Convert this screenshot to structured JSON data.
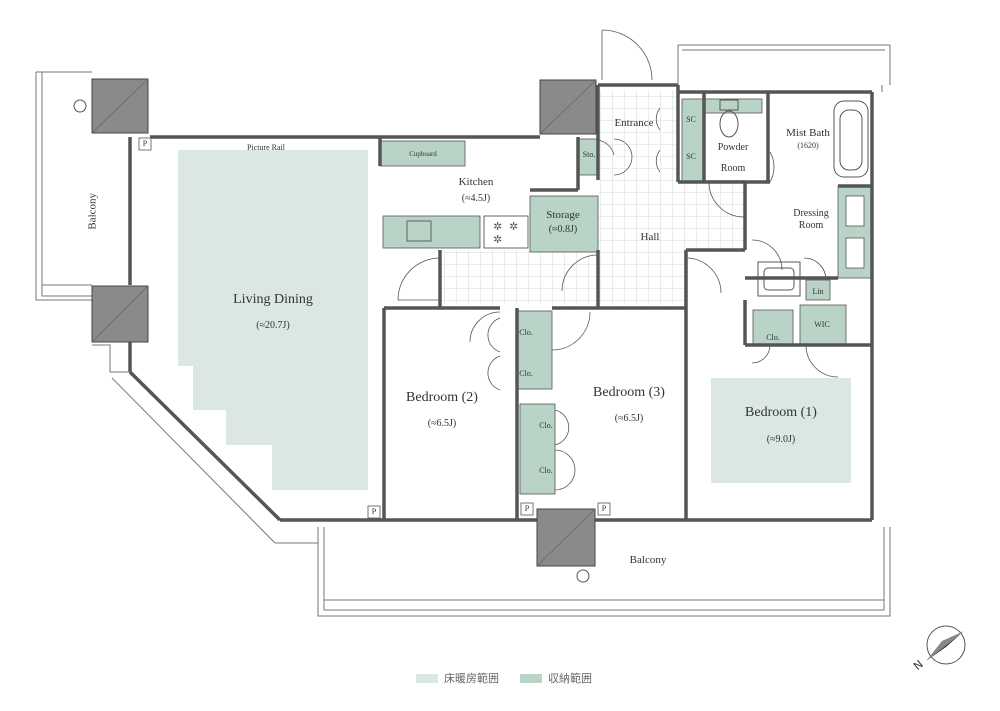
{
  "rooms": {
    "living": {
      "name": "Living Dining",
      "area": "(≈20.7J)"
    },
    "kitchen": {
      "name": "Kitchen",
      "area": "(≈4.5J)"
    },
    "storage": {
      "name": "Storage",
      "area": "(≈0.8J)"
    },
    "entrance": {
      "name": "Entrance"
    },
    "hall": {
      "name": "Hall"
    },
    "powder": {
      "name": "Powder",
      "name2": "Room"
    },
    "mistbath": {
      "name": "Mist Bath",
      "size": "(1620)"
    },
    "dressing": {
      "name": "Dressing",
      "name2": "Room"
    },
    "bedroom1": {
      "name": "Bedroom (1)",
      "area": "(≈9.0J)"
    },
    "bedroom2": {
      "name": "Bedroom (2)",
      "area": "(≈6.5J)"
    },
    "bedroom3": {
      "name": "Bedroom (3)",
      "area": "(≈6.5J)"
    },
    "balcony_left": {
      "name": "Balcony"
    },
    "balcony_bottom": {
      "name": "Balcony"
    }
  },
  "fixtures": {
    "picture_rail": "Picture Rail",
    "cupboard": "Cupboard",
    "sto": "Sto.",
    "sc": "SC",
    "clo": "Clo.",
    "wic": "WIC",
    "lin": "Lin",
    "p": "P"
  },
  "legend": {
    "heating_label": "床暖房範囲",
    "storage_label": "収納範囲"
  },
  "colors": {
    "wall": "#555555",
    "heating_area": "#dbe8e2",
    "storage_area": "#b9d3c7",
    "column": "#8a8a8a",
    "floor_tile": "#c7d2cd"
  },
  "compass": {
    "label": "N"
  }
}
